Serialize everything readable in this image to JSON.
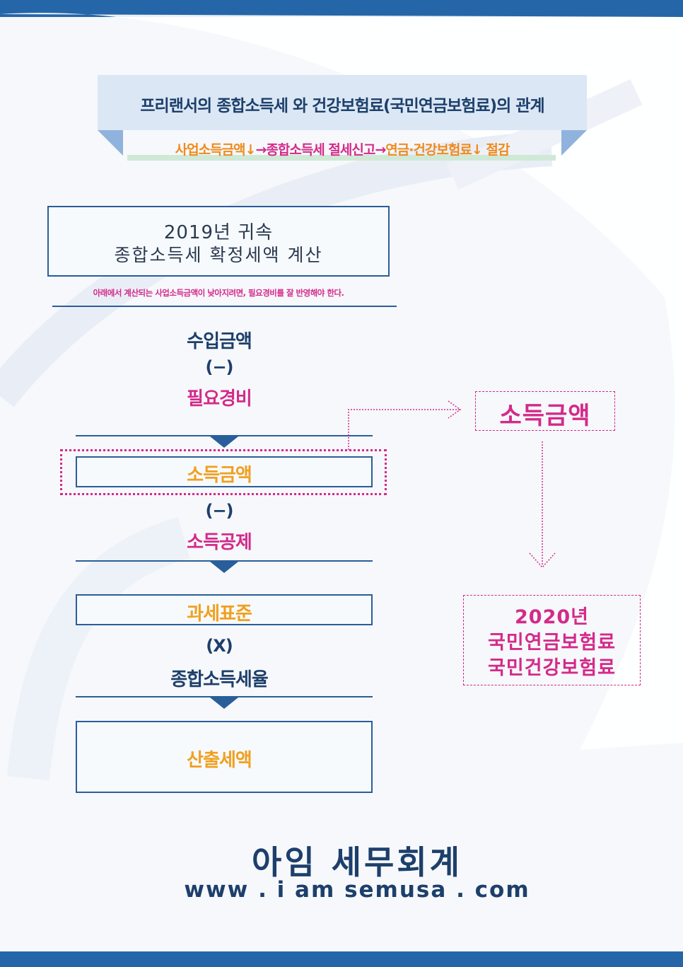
{
  "banner": {
    "title": "프리랜서의  종합소득세 와 건강보험료(국민연금보험료)의 관계",
    "subtitle_parts": [
      "사업소득금액↓",
      "→",
      "종합소득세 절세신고",
      "→",
      "연금·건강보험료↓ 절감"
    ]
  },
  "header": {
    "title_line1": "2019년 귀속",
    "title_line2": "종합소득세 확정세액 계산",
    "note": "아래에서 계산되는 사업소득금액이 낮아지려면, 필요경비를 잘 반영해야 한다."
  },
  "flow": {
    "income": "수입금액",
    "minus1": "(−)",
    "expenses": "필요경비",
    "income_amount": "소득금액",
    "minus2": "(−)",
    "deductions": "소득공제",
    "tax_base": "과세표준",
    "times": "(X)",
    "tax_rate": "종합소득세율",
    "computed_tax": "산출세액"
  },
  "side": {
    "title": "소득금액",
    "line1": "2020년",
    "line2": "국민연금보험료",
    "line3": "국민건강보험료"
  },
  "footer": {
    "company": "아임 세무회계",
    "url": "www . i am semusa . com"
  },
  "colors": {
    "navy": "#1d3f6b",
    "blue": "#2566a8",
    "pink": "#d42a8a",
    "orange": "#f0a020"
  }
}
